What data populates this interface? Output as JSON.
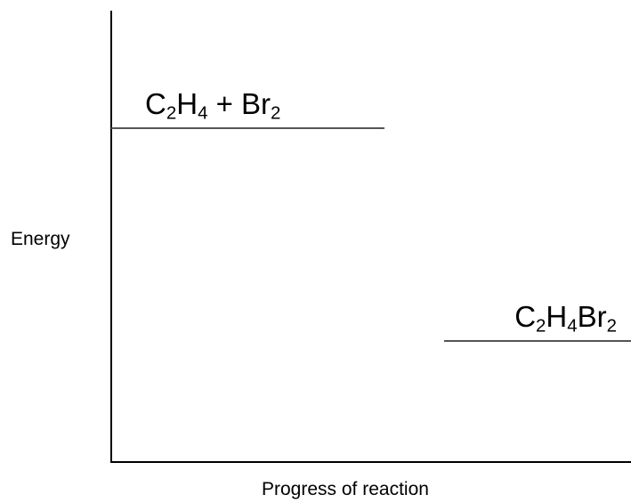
{
  "axes": {
    "y_label": "Energy",
    "x_label": "Progress of reaction"
  },
  "levels": {
    "reactants": {
      "parts": [
        {
          "text": "C",
          "sub": "2"
        },
        {
          "text": "H",
          "sub": "4"
        },
        {
          "text": " + Br",
          "sub": "2"
        }
      ]
    },
    "products": {
      "parts": [
        {
          "text": "C",
          "sub": "2"
        },
        {
          "text": "H",
          "sub": "4"
        },
        {
          "text": "Br",
          "sub": "2"
        }
      ]
    }
  }
}
